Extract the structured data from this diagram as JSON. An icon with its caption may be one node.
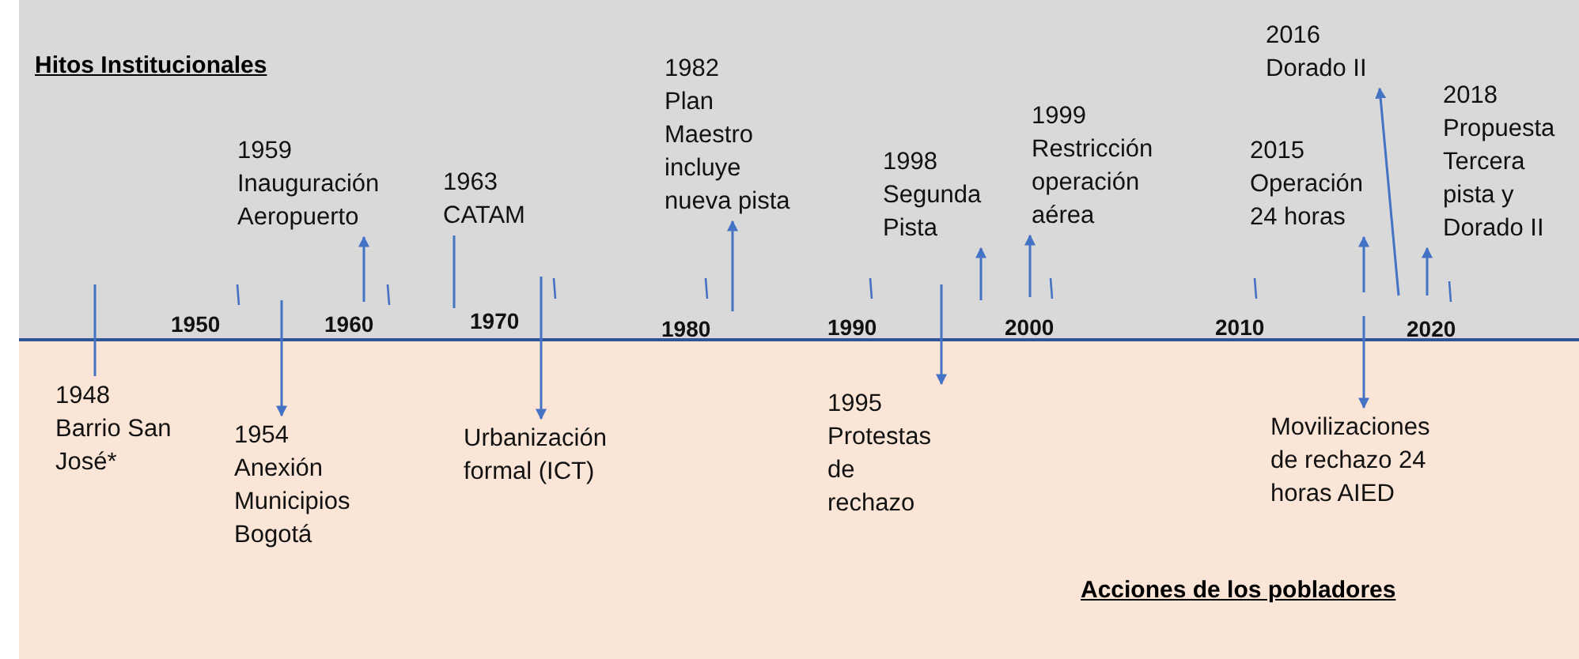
{
  "diagram": {
    "nodes": [
      {
        "text": [
          "Hitos Institucionales"
        ]
      },
      {
        "text": [
          "Acciones de los pobladores"
        ]
      },
      {
        "text": [
          "1959",
          "Inauguración Aeropuerto"
        ],
        "in": 0
      },
      {
        "text": [
          "1963",
          "CATAM"
        ],
        "in": 0
      },
      {
        "text": [
          "1982",
          "Plan Maestro incluye nueva pista"
        ],
        "in": 0
      },
      {
        "text": [
          "1998",
          "Segunda Pista"
        ],
        "in": 0
      },
      {
        "text": [
          "1999",
          "Restricción operación aérea"
        ],
        "in": 0
      },
      {
        "text": [
          "2015",
          "Operación 24 horas"
        ],
        "in": 0
      },
      {
        "text": [
          "2016",
          "Dorado II"
        ],
        "in": 0
      },
      {
        "text": [
          "2018",
          "Propuesta Tercera pista y Dorado II"
        ],
        "in": 0
      },
      {
        "text": [
          "1948",
          "Barrio San José*"
        ],
        "in": 1
      },
      {
        "text": [
          "1954",
          "Anexión Municipios Bogotá"
        ],
        "in": 1
      },
      {
        "text": [
          "Urbanización formal (ICT)"
        ],
        "in": 1
      },
      {
        "text": [
          "1995",
          "Protestas de rechazo"
        ],
        "in": 1
      },
      {
        "text": [
          "Movilizaciones de rechazo 24 horas AIED"
        ],
        "in": 1
      }
    ],
    "edges": [
      {
        "from": null,
        "to": 10,
        "arrow": "none"
      },
      {
        "from": null,
        "to": 11,
        "arrow": "to"
      },
      {
        "from": null,
        "to": 2,
        "arrow": "to"
      },
      {
        "from": null,
        "to": 3,
        "arrow": "none"
      },
      {
        "from": null,
        "to": 12,
        "arrow": "to"
      },
      {
        "from": null,
        "to": 4,
        "arrow": "to"
      },
      {
        "from": null,
        "to": 13,
        "arrow": "to"
      },
      {
        "from": null,
        "to": 5,
        "arrow": "to"
      },
      {
        "from": null,
        "to": 6,
        "arrow": "to"
      },
      {
        "from": null,
        "to": 7,
        "arrow": "to"
      },
      {
        "from": null,
        "to": 14,
        "arrow": "to"
      },
      {
        "from": null,
        "to": 8,
        "arrow": "to"
      },
      {
        "from": null,
        "to": 9,
        "arrow": "to"
      }
    ],
    "labels": [
      "1950",
      "1960",
      "1970",
      "1980",
      "1990",
      "2000",
      "2010",
      "2020"
    ]
  }
}
